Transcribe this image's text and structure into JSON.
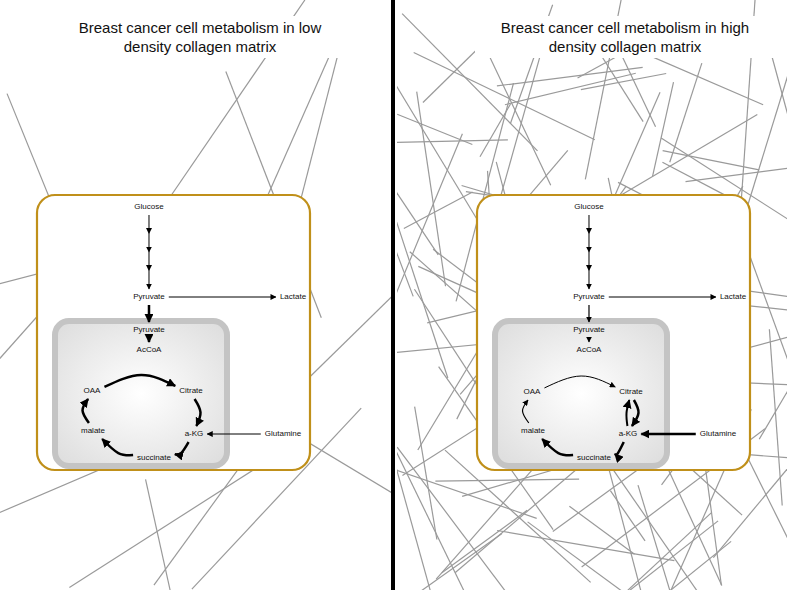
{
  "diagram": {
    "nodes": [
      {
        "text": [
          "Breast cancer cell metabolism in low density collagen matrix"
        ]
      },
      {
        "text": [
          "Glucose"
        ],
        "in": 0
      },
      {
        "text": [
          "Pyruvate"
        ],
        "in": 0
      },
      {
        "text": [
          "Lactate"
        ],
        "in": 0
      },
      {
        "text": [
          "Pyruvate"
        ],
        "in": 0
      },
      {
        "text": [
          "AcCoA"
        ],
        "in": 0
      },
      {
        "text": [
          "OAA"
        ],
        "in": 0
      },
      {
        "text": [
          "Citrate"
        ],
        "in": 0
      },
      {
        "text": [
          "a-KG"
        ],
        "in": 0
      },
      {
        "text": [
          "Glutamine"
        ],
        "in": 0
      },
      {
        "text": [
          "malate"
        ],
        "in": 0
      },
      {
        "text": [
          "succinate"
        ],
        "in": 0
      },
      {
        "text": [
          "Breast cancer cell metabolism in high density collagen matrix"
        ]
      },
      {
        "text": [
          "Glucose"
        ],
        "in": 12
      },
      {
        "text": [
          "Pyruvate"
        ],
        "in": 12
      },
      {
        "text": [
          "Lactate"
        ],
        "in": 12
      },
      {
        "text": [
          "Pyruvate"
        ],
        "in": 12
      },
      {
        "text": [
          "AcCoA"
        ],
        "in": 12
      },
      {
        "text": [
          "OAA"
        ],
        "in": 12
      },
      {
        "text": [
          "Citrate"
        ],
        "in": 12
      },
      {
        "text": [
          "a-KG"
        ],
        "in": 12
      },
      {
        "text": [
          "Glutamine"
        ],
        "in": 12
      },
      {
        "text": [
          "malate"
        ],
        "in": 12
      },
      {
        "text": [
          "succinate"
        ],
        "in": 12
      }
    ],
    "edges": [
      {
        "from": 1,
        "to": 2,
        "arrow": "to"
      },
      {
        "from": 2,
        "to": 3,
        "arrow": "to"
      },
      {
        "from": 2,
        "to": 4,
        "arrow": "to"
      },
      {
        "from": 4,
        "to": 5,
        "arrow": "to"
      },
      {
        "from": 6,
        "to": 7,
        "arrow": "to"
      },
      {
        "from": 7,
        "to": 8,
        "arrow": "to"
      },
      {
        "from": 8,
        "to": 11,
        "arrow": "to"
      },
      {
        "from": 11,
        "to": 10,
        "arrow": "to"
      },
      {
        "from": 10,
        "to": 6,
        "arrow": "to"
      },
      {
        "from": 9,
        "to": 8,
        "arrow": "to"
      },
      {
        "from": 13,
        "to": 14,
        "arrow": "to"
      },
      {
        "from": 14,
        "to": 15,
        "arrow": "to"
      },
      {
        "from": 14,
        "to": 16,
        "arrow": "to"
      },
      {
        "from": 16,
        "to": 17,
        "arrow": "to"
      },
      {
        "from": 18,
        "to": 19,
        "arrow": "to"
      },
      {
        "from": 19,
        "to": 20,
        "arrow": "to"
      },
      {
        "from": 20,
        "to": 19,
        "arrow": "to"
      },
      {
        "from": 20,
        "to": 23,
        "arrow": "to"
      },
      {
        "from": 23,
        "to": 22,
        "arrow": "to"
      },
      {
        "from": 22,
        "to": 18,
        "arrow": "to"
      },
      {
        "from": 21,
        "to": 20,
        "arrow": "to"
      }
    ]
  }
}
